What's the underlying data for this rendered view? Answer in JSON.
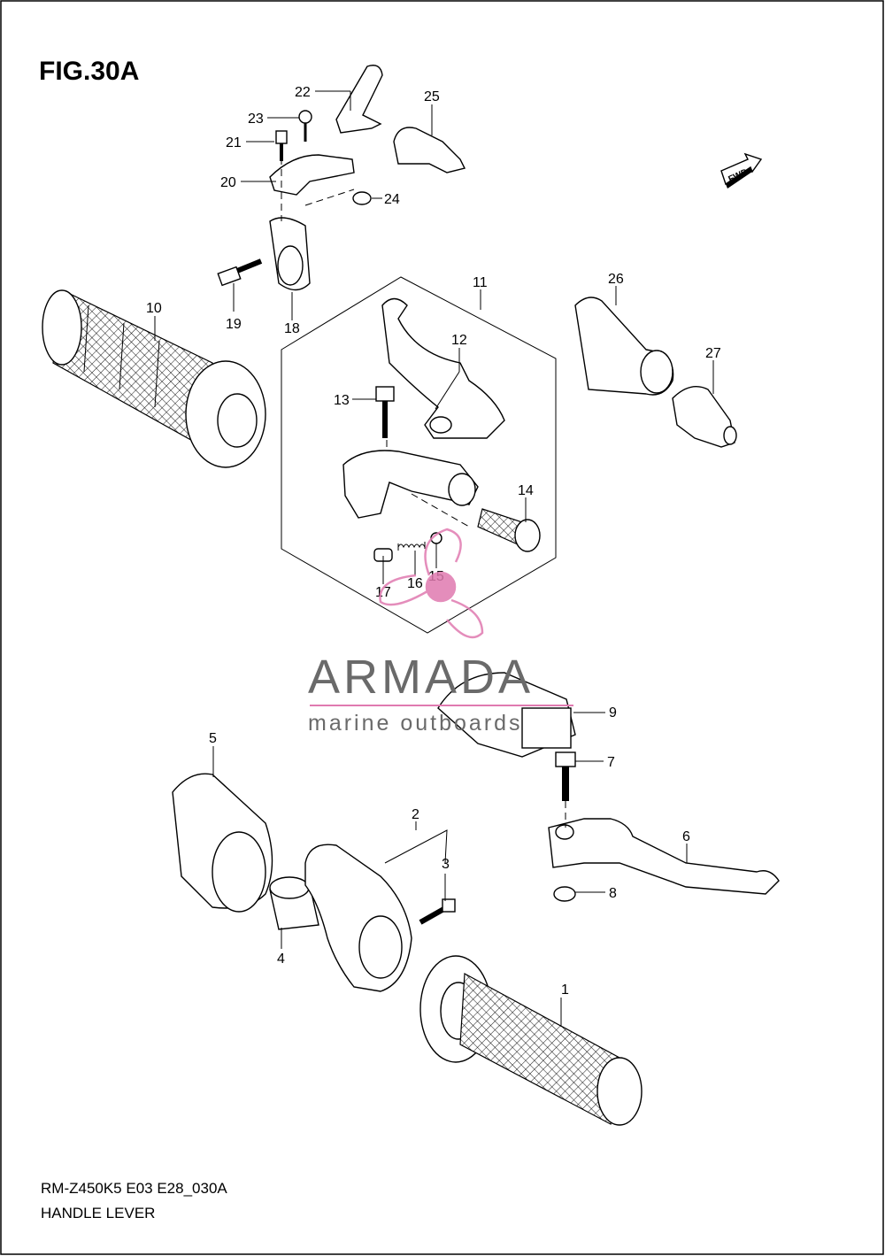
{
  "figure": {
    "title": "FIG.30A",
    "model_code": "RM-Z450K5 E03 E28_030A",
    "caption": "HANDLE LEVER",
    "fwd_label": "FWD"
  },
  "callouts": [
    "1",
    "2",
    "3",
    "4",
    "5",
    "6",
    "7",
    "8",
    "9",
    "10",
    "11",
    "12",
    "13",
    "14",
    "15",
    "16",
    "17",
    "18",
    "19",
    "20",
    "21",
    "22",
    "23",
    "24",
    "25",
    "26",
    "27"
  ],
  "watermark": {
    "brand": "ARMADA",
    "tagline": "marine outboards",
    "color": "#e07ab0",
    "text_color": "#6a6a6a"
  }
}
